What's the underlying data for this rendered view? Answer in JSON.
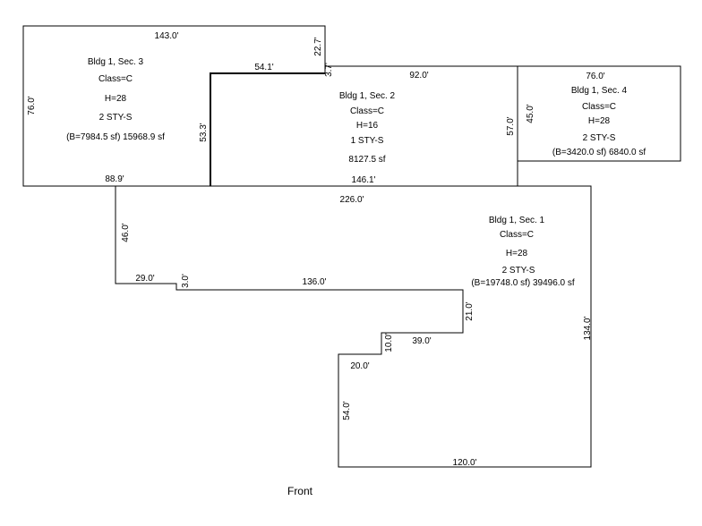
{
  "sections": [
    {
      "id": "sec3",
      "lines": [
        "Bldg 1, Sec. 3",
        "Class=C",
        "H=28",
        "2 STY-S",
        "(B=7984.5 sf) 15968.9 sf"
      ]
    },
    {
      "id": "sec2",
      "lines": [
        "Bldg 1, Sec. 2",
        "Class=C",
        "H=16",
        "1 STY-S",
        "8127.5 sf"
      ]
    },
    {
      "id": "sec4",
      "lines": [
        "76.0'",
        "Bldg 1, Sec. 4",
        "Class=C",
        "H=28",
        "2 STY-S",
        "(B=3420.0 sf) 6840.0 sf"
      ]
    },
    {
      "id": "sec1",
      "lines": [
        "Bldg 1, Sec. 1",
        "Class=C",
        "H=28",
        "2 STY-S",
        "(B=19748.0 sf) 39496.0 sf"
      ]
    }
  ],
  "dimensions": {
    "d143": "143.0'",
    "d22_7": "22.7'",
    "d54_1": "54.1'",
    "d3_7": "3.7'",
    "d92": "92.0'",
    "d76_left": "76.0'",
    "d53_3": "53.3'",
    "d57": "57.0'",
    "d45": "45.0'",
    "d88_9": "88.9'",
    "d146_1": "146.1'",
    "d226": "226.0'",
    "d46": "46.0'",
    "d29": "29.0'",
    "d3": "3.0'",
    "d136": "136.0'",
    "d21": "21.0'",
    "d10": "10.0'",
    "d39": "39.0'",
    "d20": "20.0'",
    "d54": "54.0'",
    "d134": "134.0'",
    "d120": "120.0'"
  },
  "front_label": "Front"
}
